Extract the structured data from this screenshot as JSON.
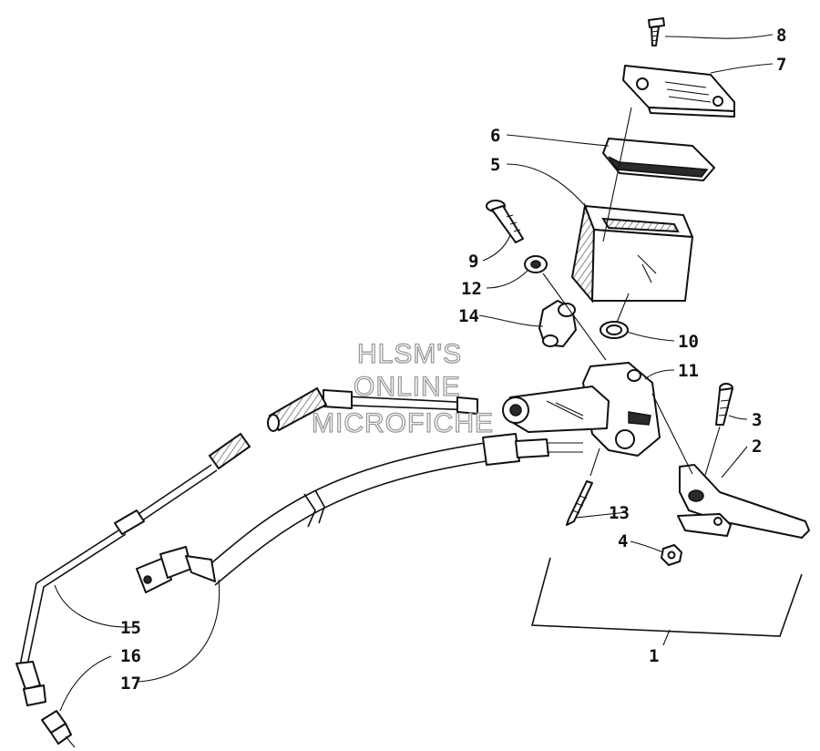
{
  "watermark": {
    "line1": "HLSM'S",
    "line2": "ONLINE",
    "line3": "MICROFICHE"
  },
  "callouts": {
    "c1": "1",
    "c2": "2",
    "c3": "3",
    "c4": "4",
    "c5": "5",
    "c6": "6",
    "c7": "7",
    "c8": "8",
    "c9": "9",
    "c10": "10",
    "c11": "11",
    "c12": "12",
    "c13": "13",
    "c14": "14",
    "c15": "15",
    "c16": "16",
    "c17": "17"
  },
  "colors": {
    "ink": "#111111",
    "watermark_outline": "#9a9a9a",
    "background": "#ffffff"
  }
}
